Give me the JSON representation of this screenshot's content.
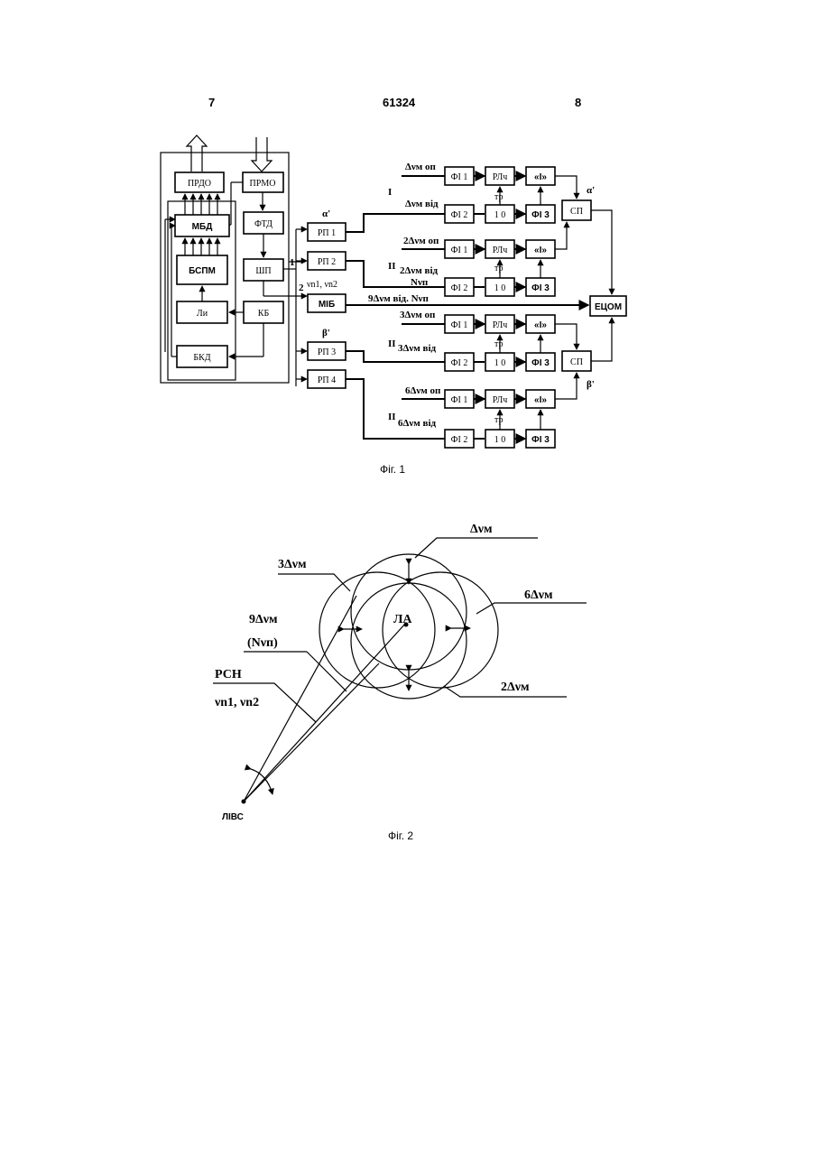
{
  "header": {
    "left_page": "7",
    "patent_number": "61324",
    "right_page": "8"
  },
  "fig1": {
    "caption": "Фіг. 1",
    "blocks": {
      "prdo": "ПРДО",
      "prmo": "ПРМО",
      "mbd": "МБД",
      "ftd": "ФТД",
      "bspm": "БСПМ",
      "shp": "ШП",
      "li": "Ли",
      "kb": "КБ",
      "bkd": "БКД",
      "rp1": "РП 1",
      "rp2": "РП 2",
      "rp3": "РП 3",
      "rp4": "РП 4",
      "mib": "МІБ",
      "etsom": "ЕЦОМ",
      "sp": "СП",
      "fi1": "ФІ 1",
      "fi2": "ФІ 2",
      "fi3": "ФІ 3",
      "rlch": "РЛч",
      "integ": "«І»",
      "tr": "тр",
      "bits": "1 0"
    },
    "labels": {
      "alpha": "α'",
      "beta": "β'",
      "one": "1",
      "two": "2",
      "vn": "νn1, νn2",
      "nine": "9Δνм від.   Nνп",
      "roman1": "I",
      "roman2": "II",
      "d1_op": "Δνм оп",
      "d1_vid": "Δνм від",
      "d2_op": "2Δνм оп",
      "d2_vid": "2Δνм від",
      "d3_op": "3Δνм оп",
      "d3_vid": "3Δνм від",
      "d6_op": "6Δνм оп",
      "d6_vid": "6Δνм від",
      "n_nu": "Nνп"
    }
  },
  "fig2": {
    "caption": "Фіг. 2",
    "labels": {
      "top": "Δνм",
      "three": "3Δνм",
      "six": "6Δνм",
      "nine": "9Δνм",
      "nnu": "(Nνп)",
      "rsn": "РСН",
      "vn": "νn1, νn2",
      "two": "2Δνм",
      "la": "ЛА",
      "livs": "ЛІВС"
    }
  }
}
